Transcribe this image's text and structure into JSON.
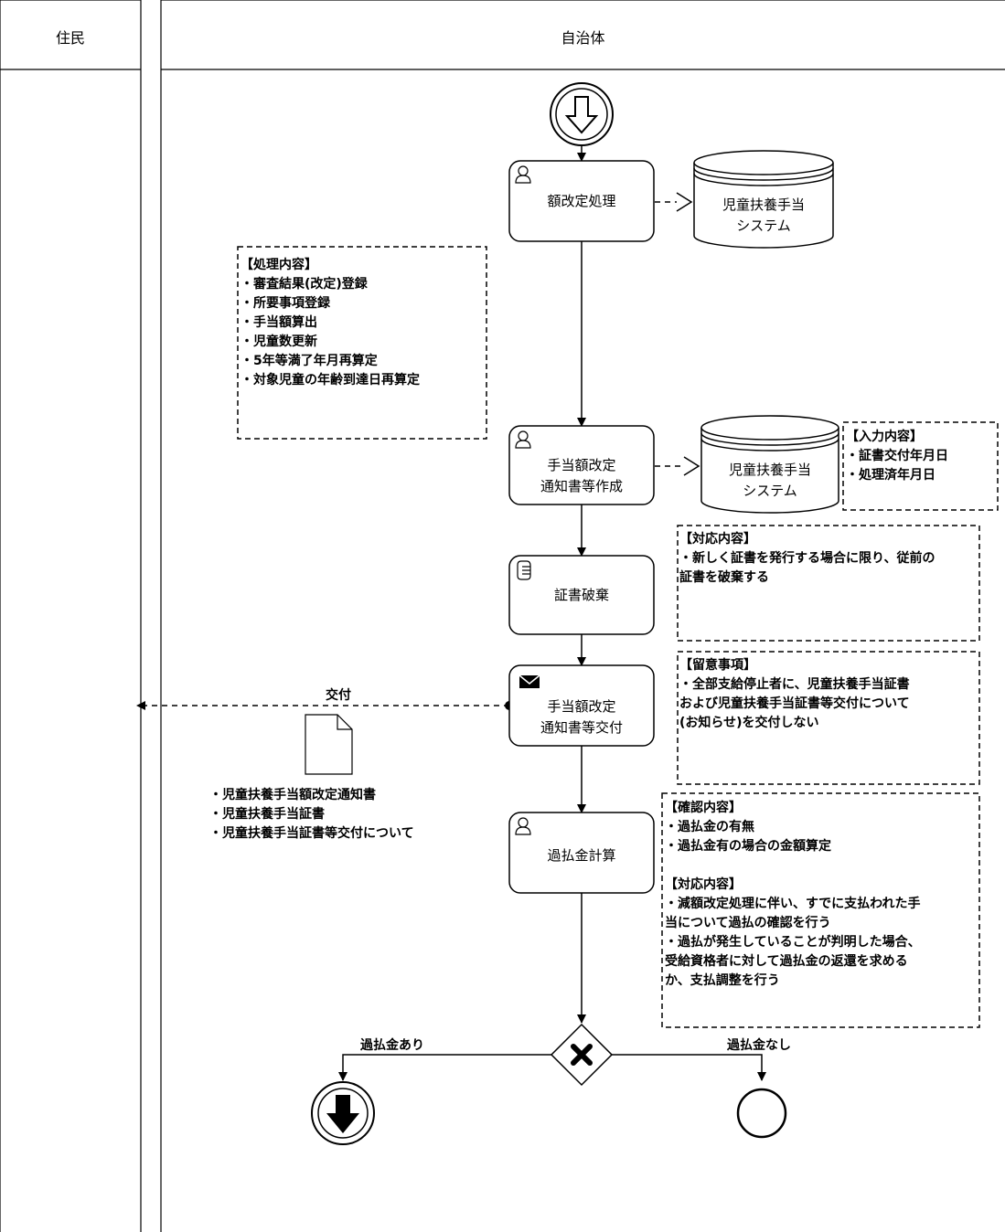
{
  "lanes": {
    "resident": "住民",
    "municipality": "自治体"
  },
  "tasks": {
    "t1": "額改定処理",
    "t2": "手当額改定\n通知書等作成",
    "t3": "証書破棄",
    "t4": "手当額改定\n通知書等交付",
    "t5": "過払金計算"
  },
  "datastores": {
    "ds1": "児童扶養手当\nシステム",
    "ds2": "児童扶養手当\nシステム"
  },
  "notes": {
    "processing": "【処理内容】\n・審査結果(改定)登録\n・所要事項登録\n・手当額算出\n・児童数更新\n・5年等満了年月再算定\n・対象児童の年齢到達日再算定",
    "input": "【入力内容】\n・証書交付年月日\n・処理済年月日",
    "response1": "【対応内容】\n・新しく証書を発行する場合に限り、従前の\n証書を破棄する",
    "caution": "【留意事項】\n・全部支給停止者に、児童扶養手当証書\nおよび児童扶養手当証書等交付について\n(お知らせ)を交付しない",
    "confirm": "【確認内容】\n・過払金の有無\n・過払金有の場合の金額算定\n\n【対応内容】\n・減額改定処理に伴い、すでに支払われた手\n当について過払の確認を行う\n・過払が発生していることが判明した場合、\n受給資格者に対して過払金の返還を求める\nか、支払調整を行う"
  },
  "flows": {
    "deliver": "交付",
    "overpay_yes": "過払金あり",
    "overpay_no": "過払金なし"
  },
  "documents": "・児童扶養手当額改定通知書\n・児童扶養手当証書\n・児童扶養手当証書等交付について"
}
